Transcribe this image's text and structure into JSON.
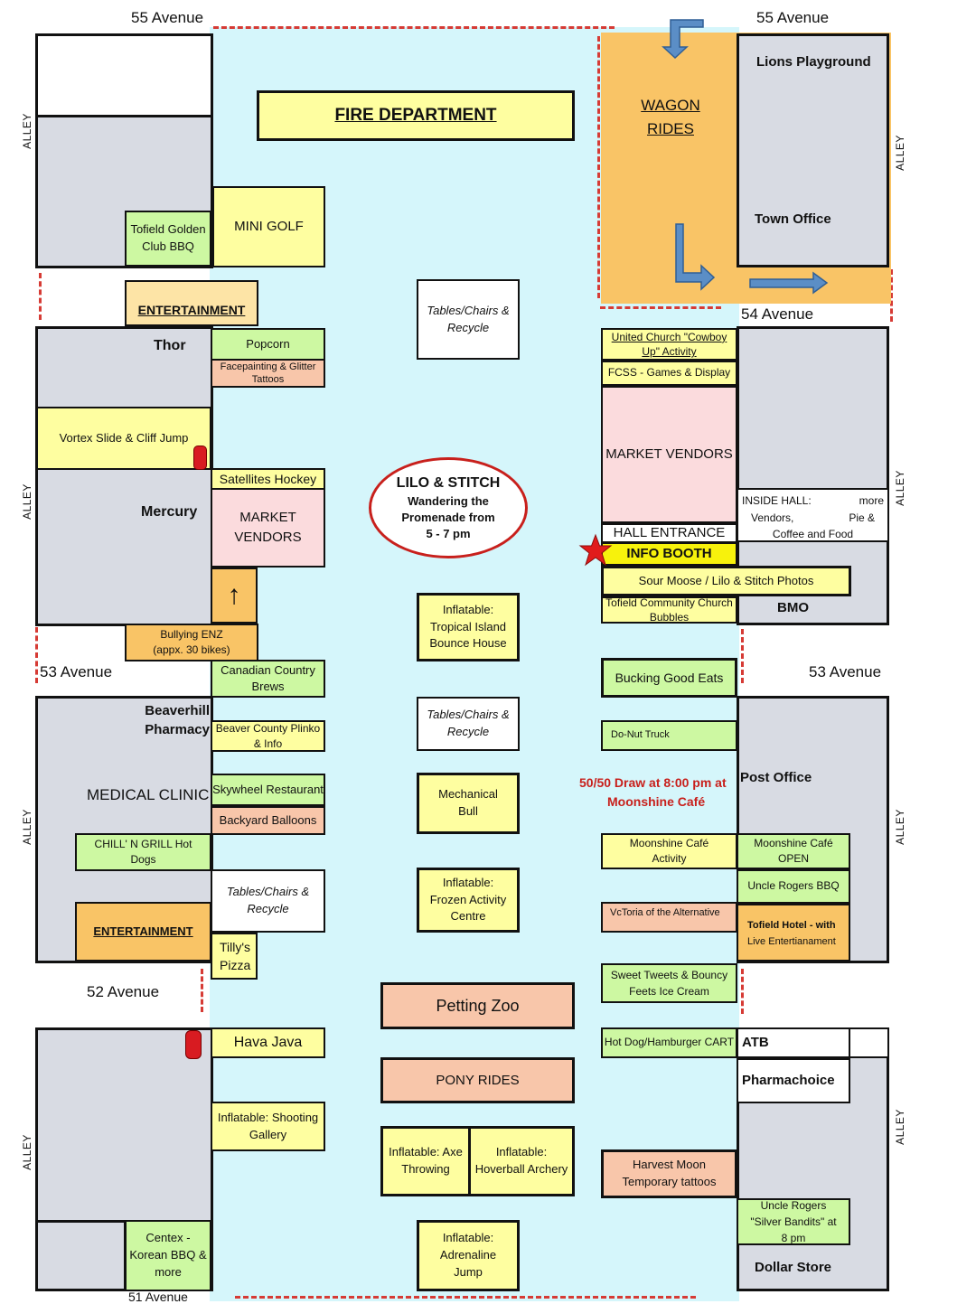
{
  "colors": {
    "street": "#d5f6fb",
    "dashed_line": "#d63b35",
    "building": "#d8dbe3",
    "accent_red": "#c8201c"
  },
  "streets": {
    "ave55_left": "55 Avenue",
    "ave55_right": "55 Avenue",
    "ave54": "54 Avenue",
    "ave53_left": "53 Avenue",
    "ave53_right": "53 Avenue",
    "ave52": "52 Avenue",
    "ave51": "51 Avenue",
    "alley": "ALLEY"
  },
  "top_center": {
    "fire_department": "FIRE DEPARTMENT",
    "wagon_rides_1": "WAGON",
    "wagon_rides_2": "RIDES",
    "lions_playground": "Lions Playground",
    "town_office": "Town Office"
  },
  "left": {
    "golden_club_bbq": "Tofield Golden Club BBQ",
    "mini_golf": "MINI GOLF",
    "entertainment_top": "ENTERTAINMENT",
    "thor": "Thor",
    "popcorn": "Popcorn",
    "facepainting": "Facepainting & Glitter Tattoos",
    "vortex": "Vortex Slide & Cliff Jump",
    "satellites_hockey": "Satellites Hockey",
    "mercury": "Mercury",
    "market_vendors_1": "MARKET",
    "market_vendors_2": "VENDORS",
    "bullying_enz_1": "Bullying ENZ",
    "bullying_enz_2": "(appx. 30 bikes)",
    "canadian_country_brews": "Canadian Country Brews",
    "beaverhill_1": "Beaverhill",
    "beaverhill_2": "Pharmacy",
    "beaver_county_plinko": "Beaver County Plinko & Info",
    "medical_clinic": "MEDICAL CLINIC",
    "skywheel": "Skywheel Restaurant",
    "backyard_balloons": "Backyard Balloons",
    "chill_n_grill": "CHILL' N GRILL Hot Dogs",
    "tables_chairs_left": "Tables/Chairs & Recycle",
    "entertainment_bottom": "ENTERTAINMENT",
    "tillys_pizza_1": "Tilly's",
    "tillys_pizza_2": "Pizza",
    "hava_java": "Hava Java",
    "shooting_gallery": "Inflatable:  Shooting Gallery",
    "centex": "Centex - Korean BBQ & more"
  },
  "center": {
    "tables_chairs_1": "Tables/Chairs & Recycle",
    "lilo_1": "LILO & STITCH",
    "lilo_2": "Wandering the",
    "lilo_3": "Promenade from",
    "lilo_4": "5 - 7 pm",
    "tropical_island": "Inflatable: Tropical Island Bounce House",
    "tables_chairs_2": "Tables/Chairs & Recycle",
    "mechanical_bull": "Mechanical Bull",
    "frozen_activity": "Inflatable: Frozen Activity Centre",
    "petting_zoo": "Petting Zoo",
    "pony_rides": "PONY RIDES",
    "axe_throwing": "Inflatable: Axe Throwing",
    "hoverball_archery": "Inflatable: Hoverball Archery",
    "adrenaline_jump": "Inflatable: Adrenaline Jump"
  },
  "right": {
    "united_church": "United Church  \"Cowboy Up\" Activity",
    "fcss": "FCSS - Games & Display",
    "market_vendors": "MARKET  VENDORS",
    "inside_hall_1": "INSIDE HALL:",
    "inside_hall_more": "more",
    "inside_hall_2": "Vendors,",
    "inside_hall_pie": "Pie &",
    "inside_hall_3": "Coffee and Food",
    "hall_entrance": "HALL ENTRANCE",
    "info_booth": "INFO BOOTH",
    "sour_moose": "Sour Moose / Lilo & Stitch Photos",
    "church_bubbles": "Tofield Community Church Bubbles",
    "bmo": "BMO",
    "bucking_good_eats": "Bucking Good Eats",
    "donut_truck": "Do-Nut Truck",
    "draw_1": "50/50 Draw at 8:00 pm at",
    "draw_2": "Moonshine Café",
    "post_office": "Post Office",
    "moonshine_activity": "Moonshine Café Activity",
    "moonshine_open": "Moonshine Café OPEN",
    "uncle_rogers_bbq": "Uncle Rogers BBQ",
    "victoria_alt": "VcToria of the Alternative",
    "tofield_hotel_1": "Tofield Hotel -  with",
    "tofield_hotel_2": "Live Entertianament",
    "sweet_tweets": "Sweet Tweets & Bouncy Feets Ice Cream",
    "hotdog_cart": "Hot Dog/Hamburger CART",
    "atb": "ATB",
    "pharmachoice": "Pharmachoice",
    "harvest_moon": "Harvest Moon Temporary tattoos",
    "silver_bandits": "Uncle Rogers \"Silver Bandits\" at 8 pm",
    "dollar_store": "Dollar Store"
  }
}
